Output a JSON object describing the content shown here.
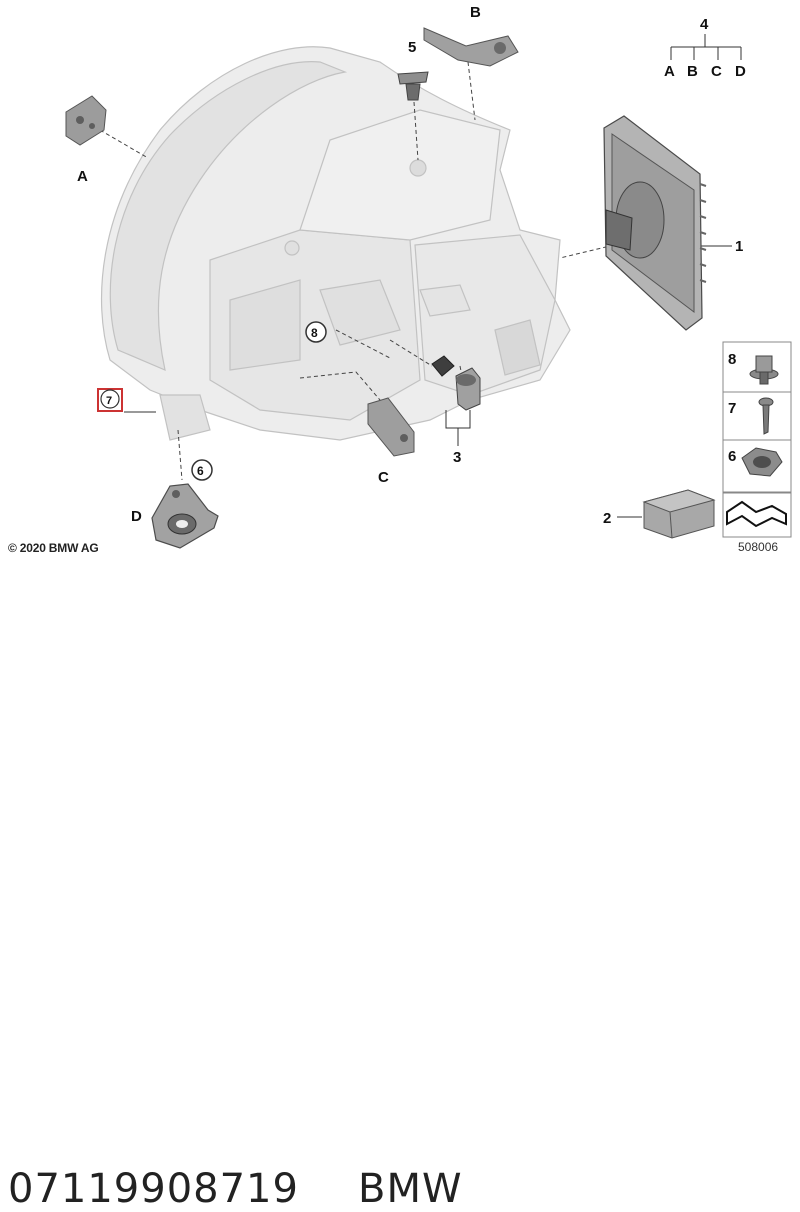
{
  "labels": {
    "A": "A",
    "B": "B",
    "C": "C",
    "D": "D",
    "n1": "1",
    "n2": "2",
    "n3": "3",
    "n4": "4",
    "n5": "5",
    "n6": "6",
    "n7": "7",
    "n8": "8",
    "tree": [
      "A",
      "B",
      "C",
      "D"
    ],
    "legend": [
      "8",
      "7",
      "6"
    ]
  },
  "copyright": "© 2020 BMW AG",
  "diagram_id": "508006",
  "caption": {
    "part_number": "07119908719",
    "brand": "BMW"
  },
  "colors": {
    "housing": "#ececec",
    "outline": "#bdbdbd",
    "part": "#9a9a9a",
    "part_dark": "#5a5a5a",
    "highlight": "#cc3333"
  }
}
